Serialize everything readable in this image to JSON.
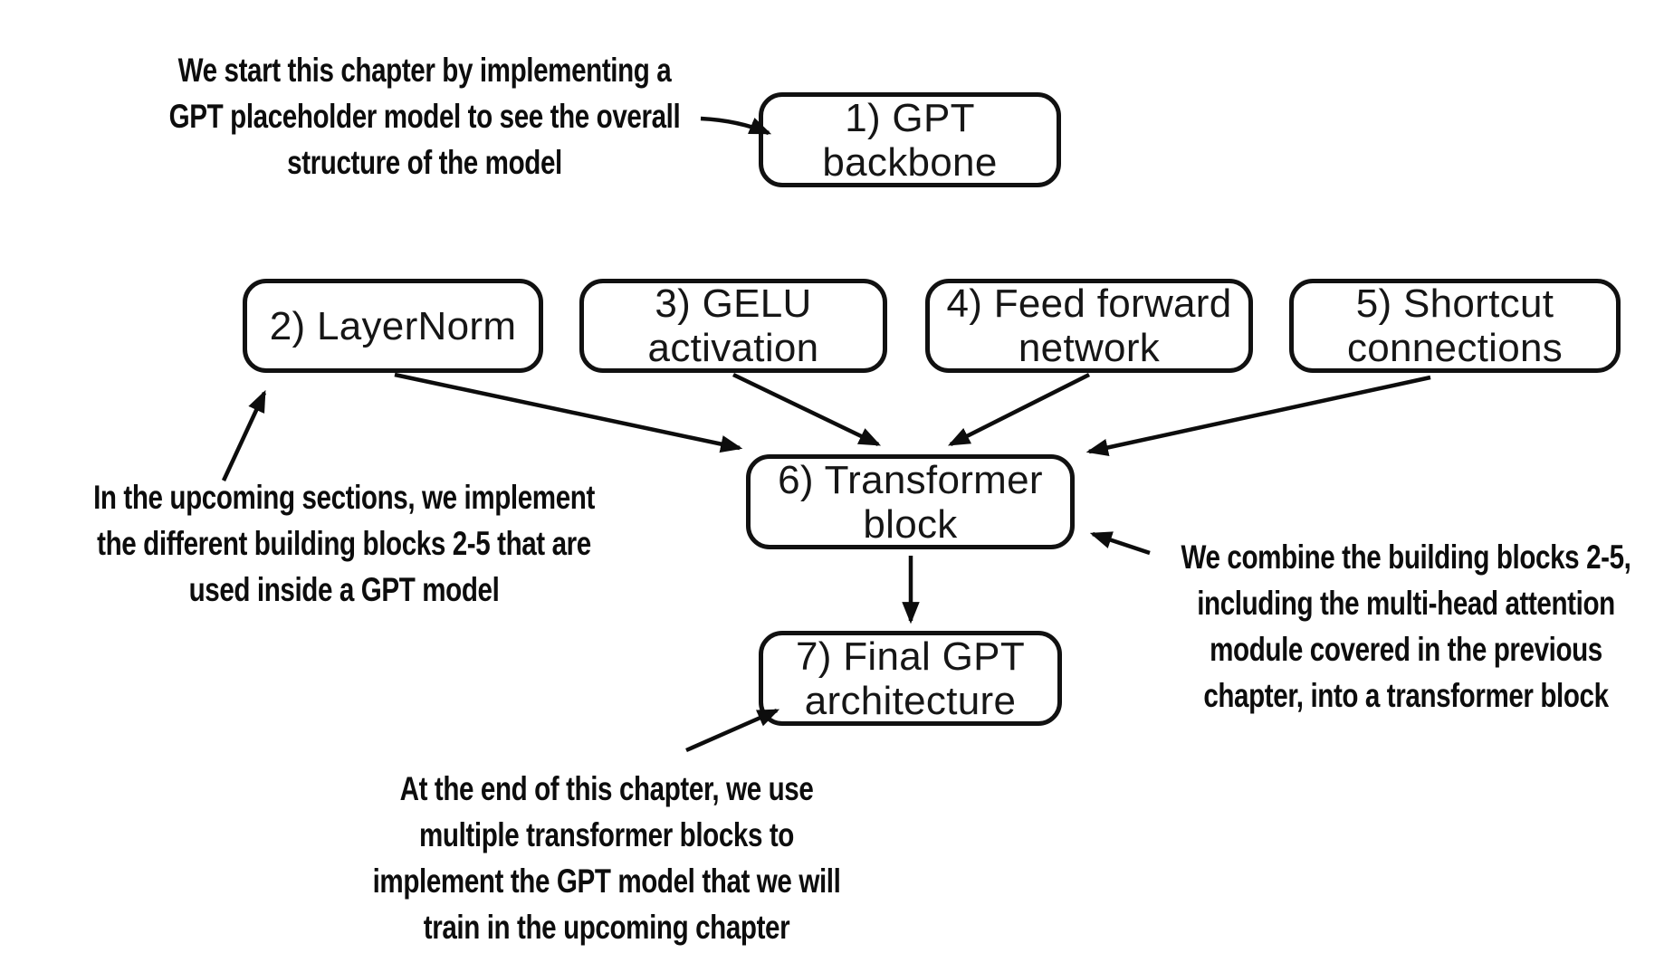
{
  "diagram": {
    "ink_color": "#0d0d0d",
    "background_color": "#ffffff",
    "boxes": {
      "gpt_backbone": "1) GPT\nbackbone",
      "layernorm": "2) LayerNorm",
      "gelu": "3) GELU\nactivation",
      "feed_forward": "4) Feed forward\nnetwork",
      "shortcut": "5) Shortcut\nconnections",
      "transformer_block": "6) Transformer\nblock",
      "final_gpt": "7) Final GPT\narchitecture"
    },
    "notes": {
      "top": "We start this chapter by implementing a\nGPT placeholder model to see the overall\nstructure of the model",
      "left": "In the upcoming sections, we implement\nthe different building blocks 2-5 that are\nused inside a GPT model",
      "right": "We combine the building blocks 2-5,\nincluding the multi-head attention\nmodule covered in the previous\nchapter, into a transformer block",
      "bottom": "At the end of this chapter, we use\nmultiple transformer blocks to\nimplement the GPT model that we will\ntrain in the upcoming chapter"
    },
    "edges": [
      {
        "from": "note_top",
        "to": "gpt_backbone"
      },
      {
        "from": "note_left",
        "to": "layernorm"
      },
      {
        "from": "layernorm",
        "to": "transformer_block"
      },
      {
        "from": "gelu",
        "to": "transformer_block"
      },
      {
        "from": "feed_forward",
        "to": "transformer_block"
      },
      {
        "from": "shortcut",
        "to": "transformer_block"
      },
      {
        "from": "transformer_block",
        "to": "final_gpt"
      },
      {
        "from": "note_right",
        "to": "transformer_block"
      },
      {
        "from": "note_bottom",
        "to": "final_gpt"
      }
    ]
  }
}
